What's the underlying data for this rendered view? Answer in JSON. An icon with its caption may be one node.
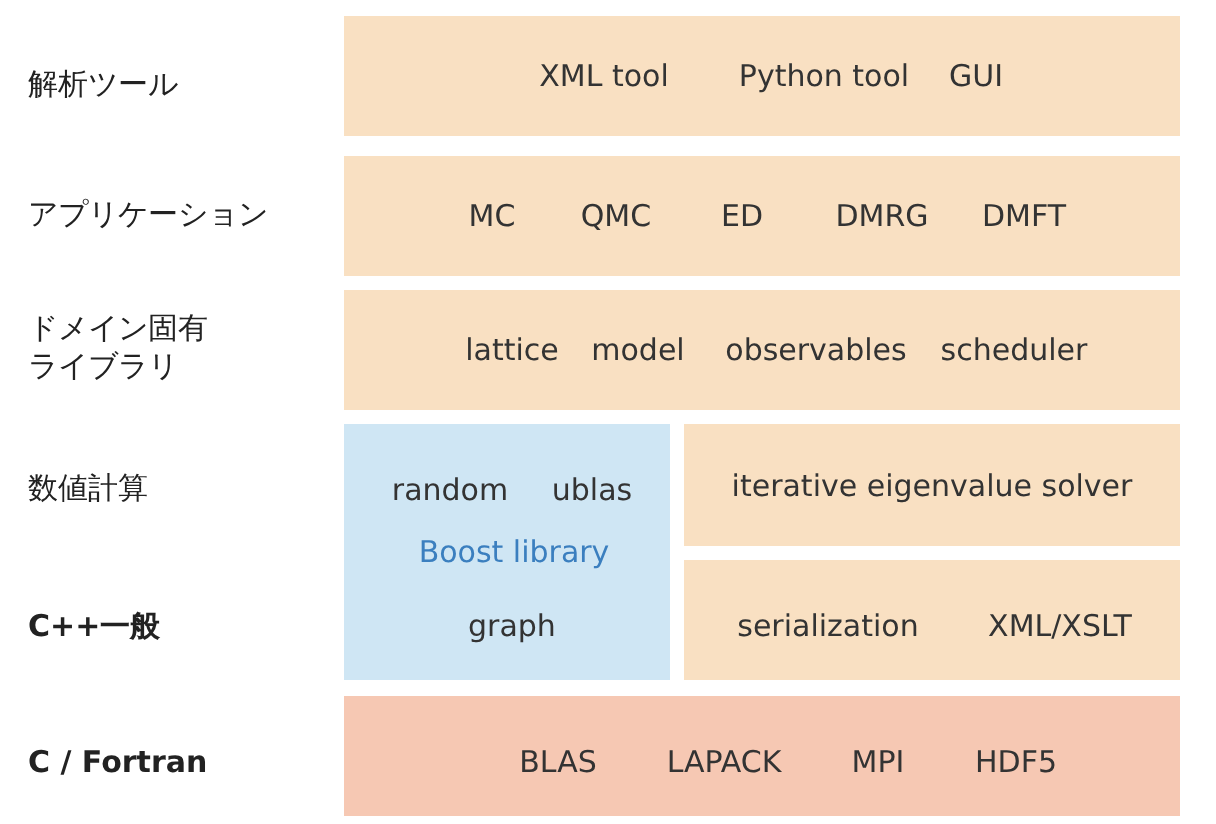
{
  "diagram": {
    "nodes": [
      {
        "text": [
          "XML tool",
          "Python tool",
          "GUI"
        ]
      },
      {
        "text": [
          "MC",
          "QMC",
          "ED",
          "DMRG",
          "DMFT"
        ]
      },
      {
        "text": [
          "lattice",
          "model",
          "observables",
          "scheduler"
        ]
      },
      {
        "text": [
          "random",
          "ublas",
          "Boost library",
          "graph"
        ]
      },
      {
        "text": [
          "iterative eigenvalue solver"
        ]
      },
      {
        "text": [
          "serialization",
          "XML/XSLT"
        ]
      },
      {
        "text": [
          "BLAS",
          "LAPACK",
          "MPI",
          "HDF5"
        ]
      }
    ],
    "labels": [
      "解析ツール",
      "アプリケーション",
      "ドメイン固有ライブラリ",
      "数値計算",
      "C++一般",
      "C / Fortran"
    ]
  }
}
